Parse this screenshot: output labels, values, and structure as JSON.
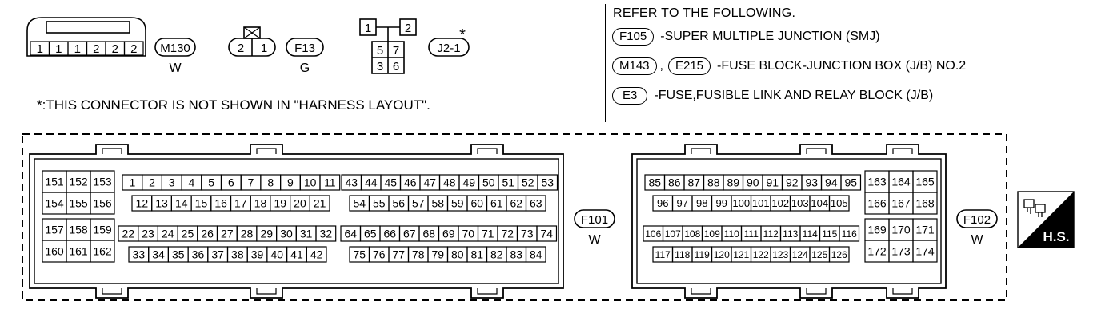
{
  "top_connectors": {
    "m130": {
      "pins": [
        "1",
        "1",
        "1",
        "2",
        "2",
        "2"
      ],
      "code": "M130",
      "color": "W"
    },
    "f13": {
      "pins": [
        "2",
        "1"
      ],
      "code": "F13",
      "color": "G"
    },
    "j2": {
      "pins_top": [
        "1",
        "2"
      ],
      "pins_bottom": [
        [
          "5",
          "7"
        ],
        [
          "3",
          "6"
        ]
      ],
      "code": "J2-1",
      "mark": "*"
    }
  },
  "note": "*:THIS CONNECTOR IS NOT SHOWN IN \"HARNESS LAYOUT\".",
  "reference": {
    "title": "REFER TO THE FOLLOWING.",
    "items": [
      {
        "codes": [
          "F105"
        ],
        "text": "-SUPER MULTIPLE JUNCTION (SMJ)"
      },
      {
        "codes": [
          "M143",
          "E215"
        ],
        "separator": ",",
        "text": "-FUSE BLOCK-JUNCTION BOX (J/B) NO.2"
      },
      {
        "codes": [
          "E3"
        ],
        "text": "-FUSE,FUSIBLE LINK AND RELAY BLOCK (J/B)"
      }
    ]
  },
  "f101": {
    "code": "F101",
    "color": "W",
    "left_grid": [
      [
        "151",
        "152",
        "153"
      ],
      [
        "154",
        "155",
        "156"
      ],
      [
        "157",
        "158",
        "159"
      ],
      [
        "160",
        "161",
        "162"
      ]
    ],
    "rows": [
      [
        "1",
        "2",
        "3",
        "4",
        "5",
        "6",
        "7",
        "8",
        "9",
        "10",
        "11"
      ],
      [
        "12",
        "13",
        "14",
        "15",
        "16",
        "17",
        "18",
        "19",
        "20",
        "21"
      ],
      [
        "22",
        "23",
        "24",
        "25",
        "26",
        "27",
        "28",
        "29",
        "30",
        "31",
        "32"
      ],
      [
        "33",
        "34",
        "35",
        "36",
        "37",
        "38",
        "39",
        "40",
        "41",
        "42"
      ],
      [
        "43",
        "44",
        "45",
        "46",
        "47",
        "48",
        "49",
        "50",
        "51",
        "52",
        "53"
      ],
      [
        "54",
        "55",
        "56",
        "57",
        "58",
        "59",
        "60",
        "61",
        "62",
        "63"
      ],
      [
        "64",
        "65",
        "66",
        "67",
        "68",
        "69",
        "70",
        "71",
        "72",
        "73",
        "74"
      ],
      [
        "75",
        "76",
        "77",
        "78",
        "79",
        "80",
        "81",
        "82",
        "83",
        "84"
      ]
    ]
  },
  "f102": {
    "code": "F102",
    "color": "W",
    "rows": [
      [
        "85",
        "86",
        "87",
        "88",
        "89",
        "90",
        "91",
        "92",
        "93",
        "94",
        "95"
      ],
      [
        "96",
        "97",
        "98",
        "99",
        "100",
        "101",
        "102",
        "103",
        "104",
        "105"
      ],
      [
        "106",
        "107",
        "108",
        "109",
        "110",
        "111",
        "112",
        "113",
        "114",
        "115",
        "116"
      ],
      [
        "117",
        "118",
        "119",
        "120",
        "121",
        "122",
        "123",
        "124",
        "125",
        "126"
      ]
    ],
    "right_grid": [
      [
        "163",
        "164",
        "165"
      ],
      [
        "166",
        "167",
        "168"
      ],
      [
        "169",
        "170",
        "171"
      ],
      [
        "172",
        "173",
        "174"
      ]
    ]
  },
  "hs_label": "H.S.",
  "hs_icon": "harness-connector-icon",
  "colors": {
    "ink": "#000000",
    "background": "#ffffff"
  }
}
